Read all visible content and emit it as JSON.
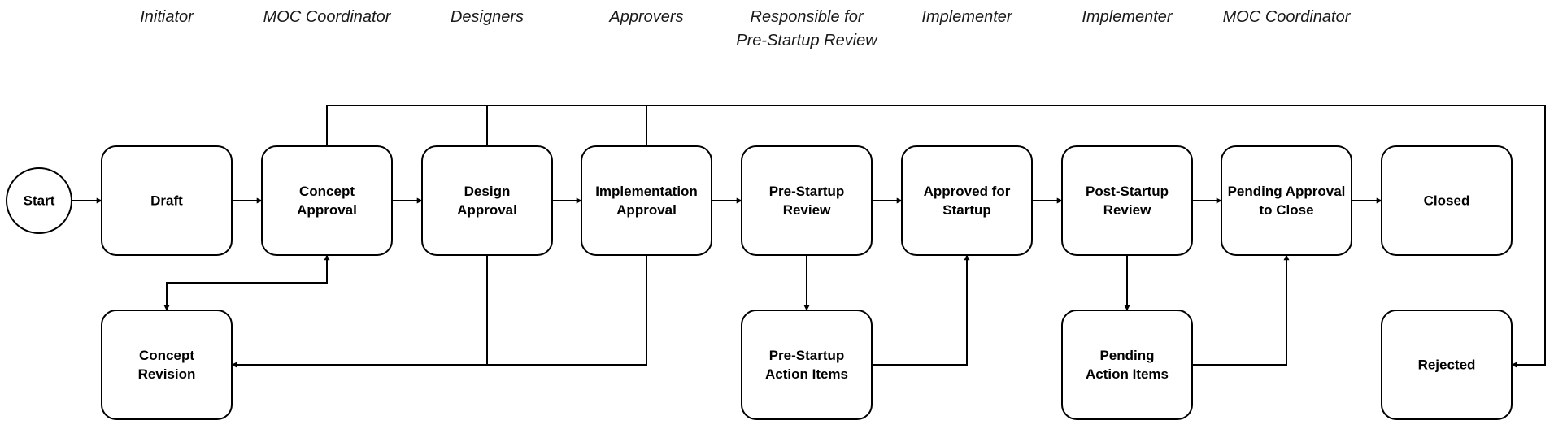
{
  "roles": [
    {
      "lines": [
        "Initiator"
      ]
    },
    {
      "lines": [
        "MOC Coordinator"
      ]
    },
    {
      "lines": [
        "Designers"
      ]
    },
    {
      "lines": [
        "Approvers"
      ]
    },
    {
      "lines": [
        "Responsible for",
        "Pre-Startup Review"
      ]
    },
    {
      "lines": [
        "Implementer"
      ]
    },
    {
      "lines": [
        "Implementer"
      ]
    },
    {
      "lines": [
        "MOC Coordinator"
      ]
    }
  ],
  "start": {
    "label": "Start"
  },
  "states": {
    "draft": {
      "lines": [
        "Draft"
      ]
    },
    "concept_approval": {
      "lines": [
        "Concept",
        "Approval"
      ]
    },
    "design_approval": {
      "lines": [
        "Design",
        "Approval"
      ]
    },
    "implementation_approval": {
      "lines": [
        "Implementation",
        "Approval"
      ]
    },
    "pre_startup_review": {
      "lines": [
        "Pre-Startup",
        "Review"
      ]
    },
    "approved_for_startup": {
      "lines": [
        "Approved for",
        "Startup"
      ]
    },
    "post_startup_review": {
      "lines": [
        "Post-Startup",
        "Review"
      ]
    },
    "pending_approval_to_close": {
      "lines": [
        "Pending Approval",
        "to Close"
      ],
      "fill": "#a9c785"
    },
    "closed": {
      "lines": [
        "Closed"
      ]
    },
    "concept_revision": {
      "lines": [
        "Concept",
        "Revision"
      ]
    },
    "pre_startup_action_items": {
      "lines": [
        "Pre-Startup",
        "Action Items"
      ]
    },
    "pending_action_items": {
      "lines": [
        "Pending",
        "Action Items"
      ]
    },
    "rejected": {
      "lines": [
        "Rejected"
      ]
    }
  }
}
